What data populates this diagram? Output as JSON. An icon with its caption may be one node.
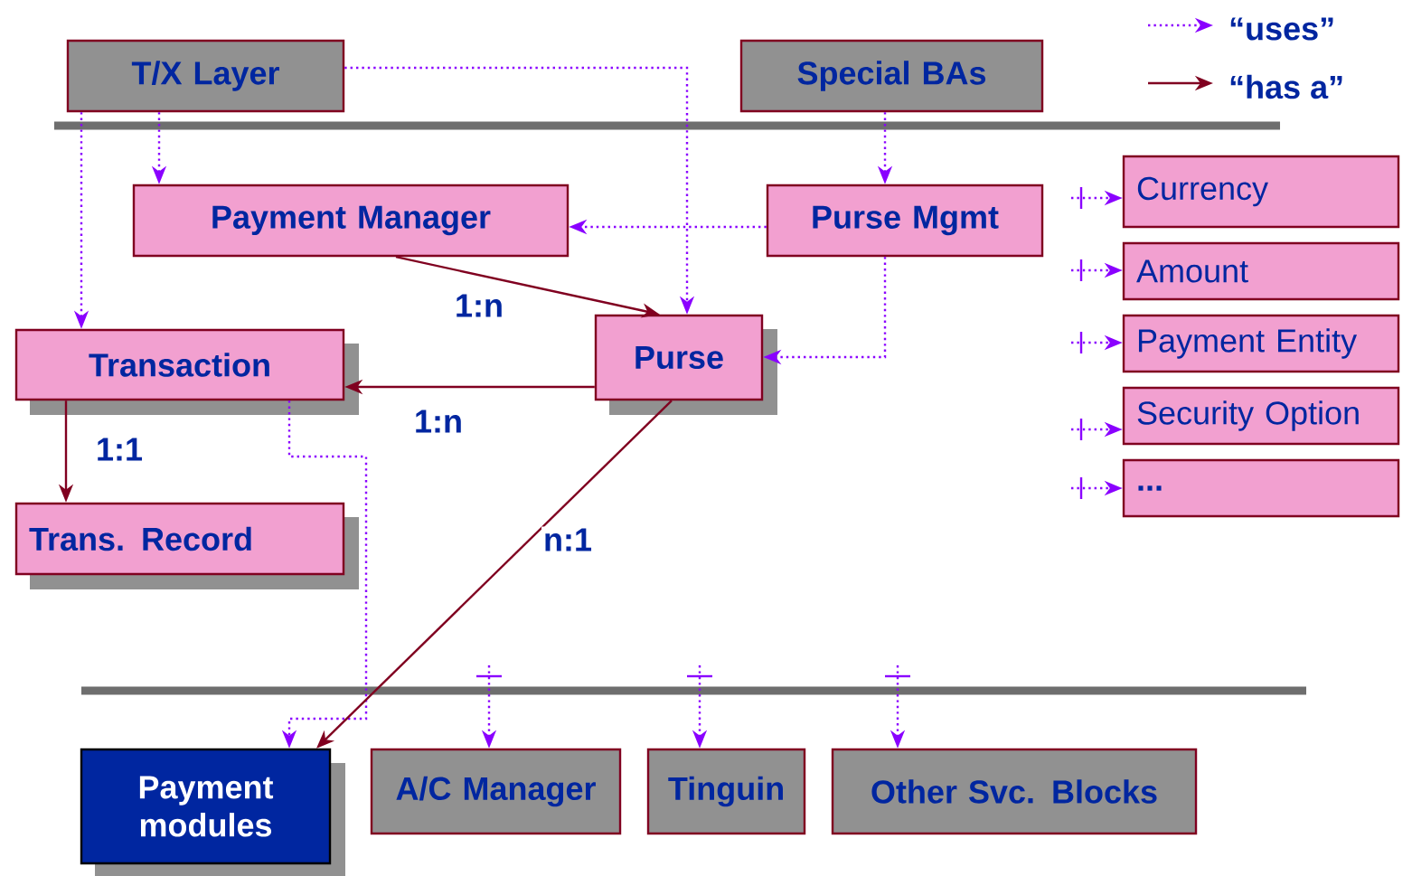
{
  "diagram": {
    "nodes": [
      {
        "text": [
          "T/X Layer"
        ]
      },
      {
        "text": [
          "Special BAs"
        ]
      },
      {
        "text": [
          "Payment Manager"
        ]
      },
      {
        "text": [
          "Purse Mgmt"
        ]
      },
      {
        "text": [
          "Transaction"
        ]
      },
      {
        "text": [
          "Purse"
        ]
      },
      {
        "text": [
          "Trans. Record"
        ]
      },
      {
        "text": [
          "Currency"
        ]
      },
      {
        "text": [
          "Amount"
        ]
      },
      {
        "text": [
          "Payment Entity"
        ]
      },
      {
        "text": [
          "Security Option"
        ]
      },
      {
        "text": [
          "..."
        ]
      },
      {
        "text": [
          "Payment modules"
        ]
      },
      {
        "text": [
          "A/C Manager"
        ]
      },
      {
        "text": [
          "Tinguin"
        ]
      },
      {
        "text": [
          "Other Svc. Blocks"
        ]
      }
    ],
    "edges": [
      {
        "from": 0,
        "to": 4,
        "arrow": "to",
        "style": "dashed"
      },
      {
        "from": 0,
        "to": 2,
        "arrow": "to",
        "style": "dashed"
      },
      {
        "from": 0,
        "to": 5,
        "arrow": "to",
        "style": "dashed"
      },
      {
        "from": 1,
        "to": 3,
        "arrow": "to",
        "style": "dashed"
      },
      {
        "from": 3,
        "to": 2,
        "arrow": "to",
        "style": "dashed"
      },
      {
        "from": 3,
        "to": 5,
        "arrow": "to",
        "style": "dashed"
      },
      {
        "from": 4,
        "to": 12,
        "arrow": "to",
        "style": "dashed"
      },
      {
        "from": null,
        "to": 7,
        "arrow": "to",
        "style": "dashed"
      },
      {
        "from": null,
        "to": 8,
        "arrow": "to",
        "style": "dashed"
      },
      {
        "from": null,
        "to": 9,
        "arrow": "to",
        "style": "dashed"
      },
      {
        "from": null,
        "to": 10,
        "arrow": "to",
        "style": "dashed"
      },
      {
        "from": null,
        "to": 11,
        "arrow": "to",
        "style": "dashed"
      },
      {
        "from": null,
        "to": 13,
        "arrow": "to",
        "style": "dashed"
      },
      {
        "from": null,
        "to": 14,
        "arrow": "to",
        "style": "dashed"
      },
      {
        "from": null,
        "to": 15,
        "arrow": "to",
        "style": "dashed"
      },
      {
        "from": 2,
        "to": 5,
        "arrow": "to",
        "label": "1:n",
        "color": "#800020"
      },
      {
        "from": 5,
        "to": 4,
        "arrow": "to",
        "label": "1:n",
        "color": "#800020"
      },
      {
        "from": 4,
        "to": 6,
        "arrow": "to",
        "label": "1:1",
        "color": "#800020"
      },
      {
        "from": 5,
        "to": 12,
        "arrow": "to",
        "label": "n:1",
        "color": "#800020"
      }
    ],
    "legend": [
      {
        "text": "“uses”"
      },
      {
        "text": "“has a”"
      }
    ]
  }
}
